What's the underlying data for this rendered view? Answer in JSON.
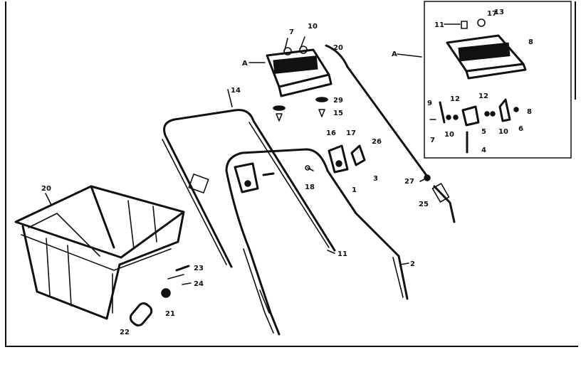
{
  "labels": {
    "a_main": "A",
    "a_inset": "A",
    "p1": "1",
    "p2": "2",
    "p3": "3",
    "p4": "4",
    "p5": "5",
    "p6": "6",
    "p7_main": "7",
    "p7_inset": "7",
    "p8_top": "8",
    "p8_side": "8",
    "p9": "9",
    "p10_main": "10",
    "p10_a": "10",
    "p10_b": "10",
    "p11": "11",
    "p11_main": "11",
    "p12_a": "12",
    "p12_b": "12",
    "p13": "13",
    "p14": "14",
    "p15": "15",
    "p16": "16",
    "p17": "17",
    "p17_inset": "17",
    "p18": "18",
    "p20_bag": "20",
    "p20_top": "20",
    "p21": "21",
    "p22": "22",
    "p23": "23",
    "p24": "24",
    "p25": "25",
    "p26": "26",
    "p27": "27",
    "p29": "29"
  }
}
